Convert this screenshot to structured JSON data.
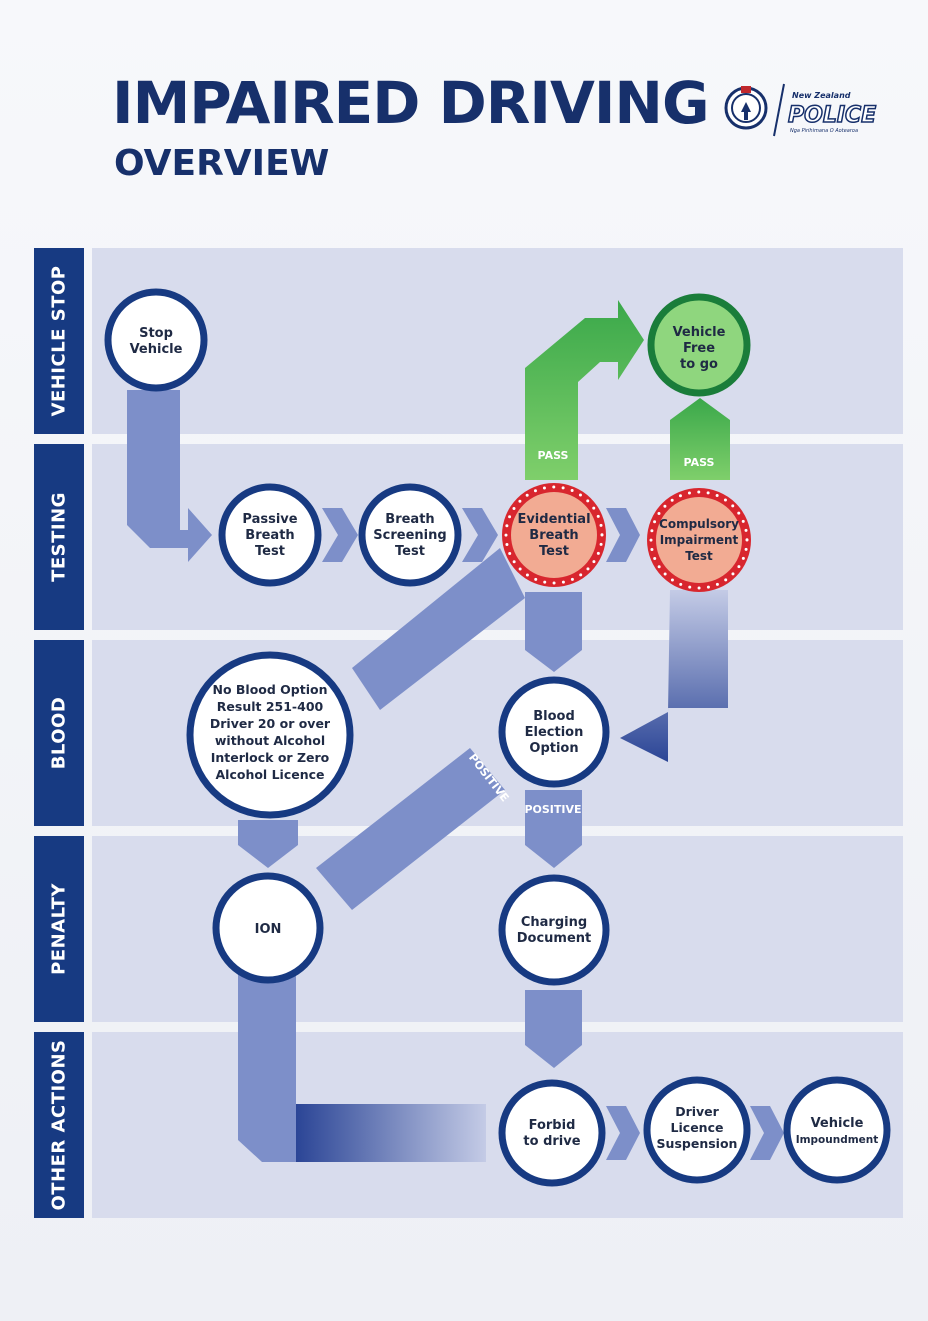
{
  "header": {
    "title": "IMPAIRED DRIVING",
    "subtitle": "OVERVIEW",
    "logo": {
      "top_text": "New Zealand",
      "main_text": "POLICE",
      "motto": "Nga Pirihimana O Aotearoa",
      "icon": "police-crest-icon"
    }
  },
  "lanes": [
    "VEHICLE STOP",
    "TESTING",
    "BLOOD",
    "PENALTY",
    "OTHER ACTIONS"
  ],
  "nodes": {
    "stop": [
      "Stop",
      "Vehicle"
    ],
    "passive": [
      "Passive",
      "Breath",
      "Test"
    ],
    "screening": [
      "Breath",
      "Screening",
      "Test"
    ],
    "evidential": [
      "Evidential",
      "Breath",
      "Test"
    ],
    "compulsory": [
      "Compulsory",
      "Impairment",
      "Test"
    ],
    "free": [
      "Vehicle",
      "Free",
      "to go"
    ],
    "noblood": [
      "No Blood Option",
      "Result 251-400",
      "Driver 20 or over",
      "without Alcohol",
      "Interlock or Zero",
      "Alcohol Licence"
    ],
    "election": [
      "Blood",
      "Election",
      "Option"
    ],
    "ion": [
      "ION"
    ],
    "charging": [
      "Charging",
      "Document"
    ],
    "forbid": [
      "Forbid",
      "to drive"
    ],
    "suspension": [
      "Driver",
      "Licence",
      "Suspension"
    ],
    "impound": [
      "Vehicle",
      "Impoundment"
    ]
  },
  "tags": {
    "pass_left": "PASS",
    "pass_right": "PASS",
    "positive_diag": "POSITIVE",
    "positive_down": "POSITIVE"
  },
  "colors": {
    "navy": "#173a82",
    "flow": "#7d8fc9",
    "flow_dark": "#2b4596",
    "pass_green": "#57b94f",
    "test_fill": "#f2ab93",
    "test_dots": "#d8262e",
    "band": "#d8dced"
  }
}
